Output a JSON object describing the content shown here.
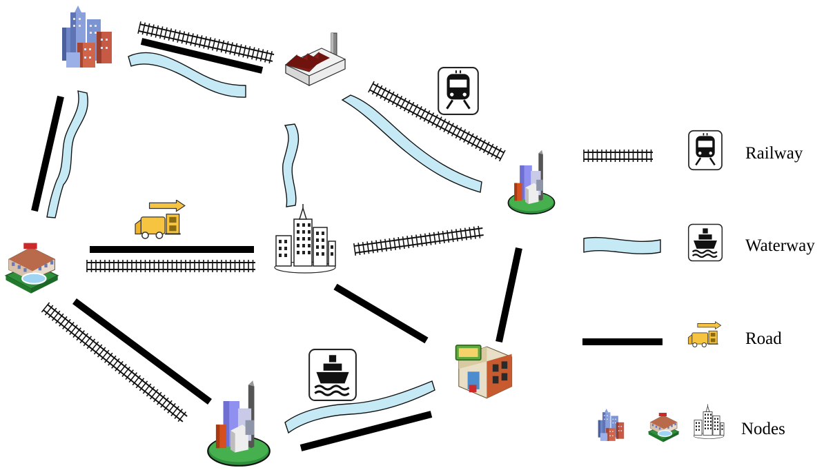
{
  "legend": {
    "railway": "Railway",
    "waterway": "Waterway",
    "road": "Road",
    "nodes": "Nodes"
  },
  "colors": {
    "road": "#000000",
    "rail": "#000000",
    "water_fill": "#c6e9f6",
    "water_stroke": "#111111",
    "truck": "#f6c440",
    "factory_roof": "#8a1a12",
    "green_base": "#3aa64a"
  },
  "icons": {
    "railway": "train-icon",
    "waterway": "ship-icon",
    "road": "truck-icon",
    "nodes": [
      "city-skyline-icon",
      "station-icon",
      "office-building-icon"
    ]
  },
  "nodes": [
    {
      "id": "city-top-left",
      "icon": "city-skyline-icon"
    },
    {
      "id": "factory",
      "icon": "factory-icon"
    },
    {
      "id": "city-right",
      "icon": "tower-city-icon"
    },
    {
      "id": "station-left",
      "icon": "station-icon"
    },
    {
      "id": "office-center",
      "icon": "office-building-icon"
    },
    {
      "id": "shop-bottom-right",
      "icon": "shop-icon"
    },
    {
      "id": "city-bottom",
      "icon": "tower-city-icon"
    }
  ]
}
